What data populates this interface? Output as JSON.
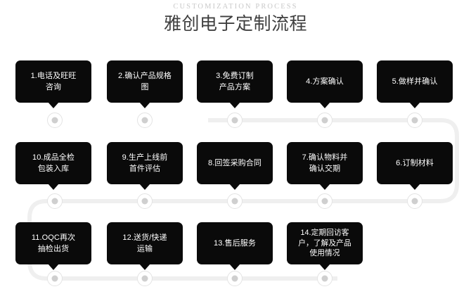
{
  "header": {
    "eyebrow": "CUSTOMIZATION PROCESS",
    "title": "雅创电子定制流程"
  },
  "colors": {
    "box_fill": "#0a0a0a",
    "box_text": "#ffffff",
    "track_line": "#efefef",
    "node_ring": "#e3e3e3",
    "node_dot": "#cfcfcf",
    "title_text": "#3f3f3f",
    "eyebrow_text": "#c9c9c9",
    "page_background": "#ffffff"
  },
  "diagram": {
    "type": "snake-flow",
    "row_direction": [
      "left-to-right",
      "right-to-left",
      "left-to-right"
    ],
    "rows": [
      {
        "row": 1,
        "steps": [
          {
            "number": "1",
            "text": "1.电话及旺旺\n咨询",
            "lines": 2
          },
          {
            "number": "2",
            "text": "2.确认产品规格\n图",
            "lines": 2
          },
          {
            "number": "3",
            "text": "3.免费订制\n产品方案",
            "lines": 2
          },
          {
            "number": "4",
            "text": "4.方案确认",
            "lines": 1
          },
          {
            "number": "5",
            "text": "5.做样并确认",
            "lines": 1
          }
        ]
      },
      {
        "row": 2,
        "steps": [
          {
            "number": "10",
            "text": "10.成品全检\n包装入库",
            "lines": 2
          },
          {
            "number": "9",
            "text": "9.生产上线前\n首件评估",
            "lines": 2
          },
          {
            "number": "8",
            "text": "8.回签采购合同",
            "lines": 1
          },
          {
            "number": "7",
            "text": "7.确认物料并\n确认交期",
            "lines": 2
          },
          {
            "number": "6",
            "text": "6.订制材料",
            "lines": 1
          }
        ]
      },
      {
        "row": 3,
        "steps": [
          {
            "number": "11",
            "text": "11.OQC再次\n抽检出货",
            "lines": 2
          },
          {
            "number": "12",
            "text": "12.送货/快递\n运输",
            "lines": 2
          },
          {
            "number": "13",
            "text": "13.售后服务",
            "lines": 1
          },
          {
            "number": "14",
            "text": "14.定期回访客\n户，了解及产品\n使用情况",
            "lines": 3
          }
        ]
      }
    ],
    "nodes": {
      "row1_count": 5,
      "row2_count": 5,
      "row3_count": 4
    }
  }
}
